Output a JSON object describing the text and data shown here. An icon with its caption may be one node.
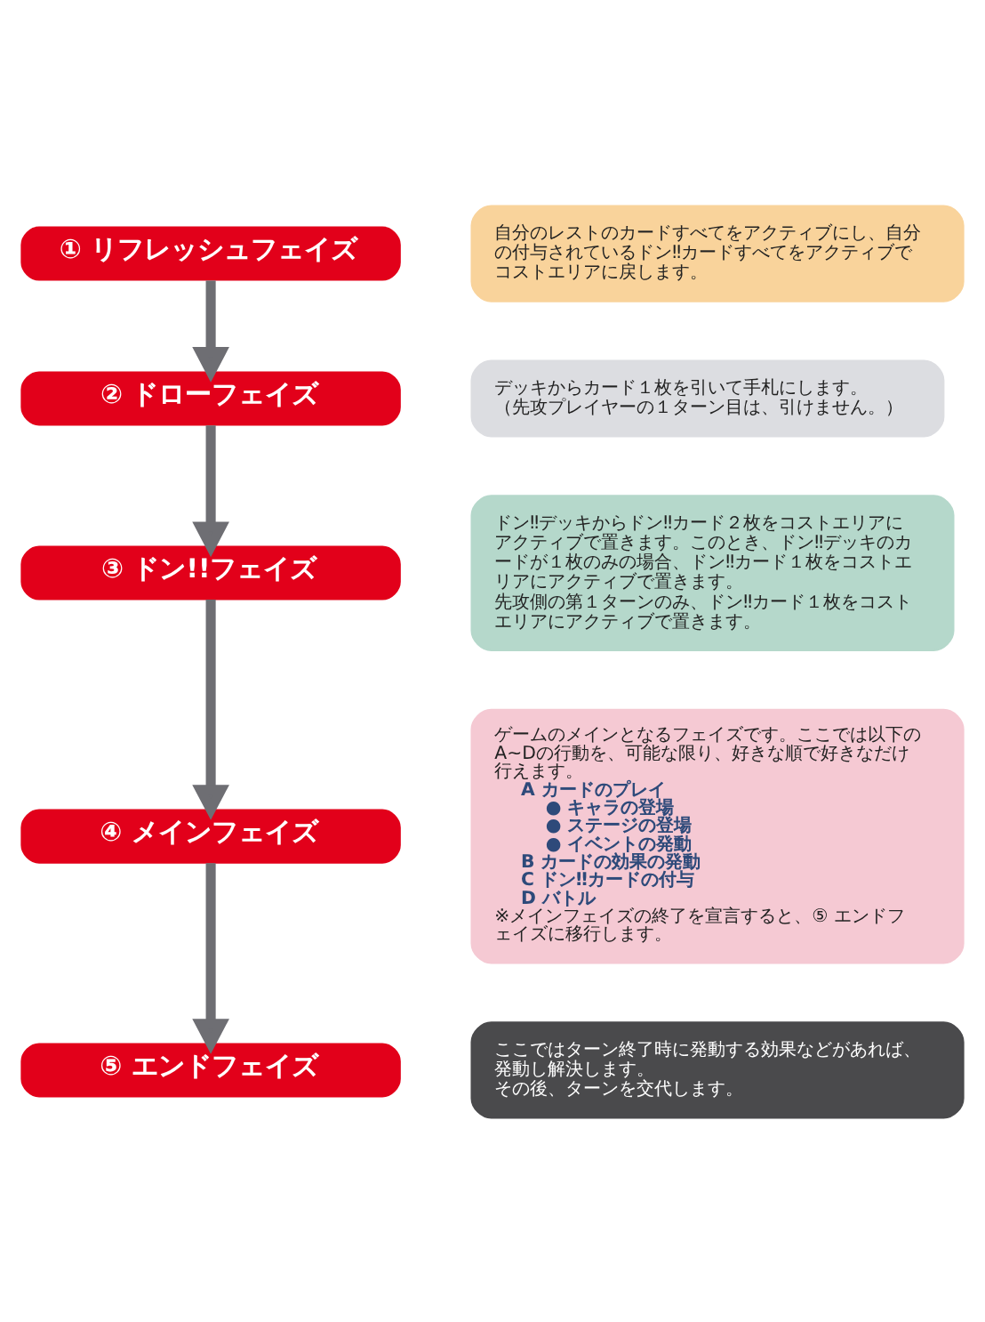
{
  "diagram": {
    "nodes": [
      {
        "text": [
          "① リフレッシュフェイズ"
        ]
      },
      {
        "text": [
          "自分のレストのカードすべてをアクティブにし、自分の付与されているドン‼カードすべてをアクティブでコストエリアに戻します。"
        ]
      },
      {
        "text": [
          "② ドローフェイズ"
        ]
      },
      {
        "text": [
          "デッキからカード１枚を引いて手札にします。",
          "（先攻プレイヤーの１ターン目は、引けません。）"
        ]
      },
      {
        "text": [
          "③ ドン!!フェイズ"
        ]
      },
      {
        "text": [
          "ドン‼デッキからドン‼カード２枚をコストエリアにアクティブで置きます。このとき、ドン‼デッキのカードが１枚のみの場合、ドン‼カード１枚をコストエリアにアクティブで置きます。",
          "先攻側の第１ターンのみ、ドン‼カード１枚をコストエリアにアクティブで置きます。"
        ]
      },
      {
        "text": [
          "④ メインフェイズ"
        ]
      },
      {
        "text": [
          "ゲームのメインとなるフェイズです。ここでは以下のA~Dの行動を、可能な限り、好きな順で好きなだけ行えます。",
          "A カードのプレイ",
          "● キャラの登場",
          "● ステージの登場",
          "● イベントの発動",
          "B カードの効果の発動",
          "C ドン‼カードの付与",
          "D バトル",
          "※メインフェイズの終了を宣言すると、⑤ エンドフェイズに移行します。"
        ]
      },
      {
        "text": [
          "⑤ エンドフェイズ"
        ]
      },
      {
        "text": [
          "ここではターン終了時に発動する効果などがあれば、発動し解決します。",
          "その後、ターンを交代します。"
        ]
      }
    ],
    "edges": [
      {
        "from": 0,
        "to": 2,
        "arrow": "to"
      },
      {
        "from": 2,
        "to": 4,
        "arrow": "to"
      },
      {
        "from": 4,
        "to": 6,
        "arrow": "to"
      },
      {
        "from": 6,
        "to": 8,
        "arrow": "to"
      }
    ]
  }
}
